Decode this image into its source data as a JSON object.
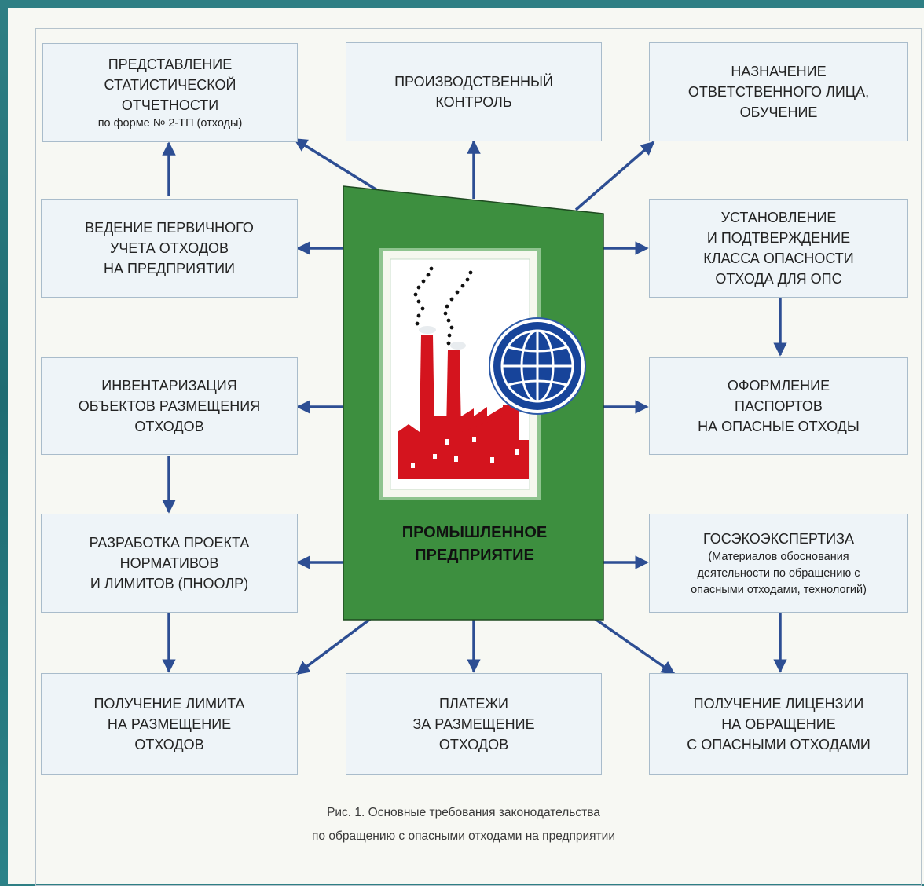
{
  "boxes": {
    "stat": [
      "ПРЕДСТАВЛЕНИЕ",
      "СТАТИСТИЧЕСКОЙ",
      "ОТЧЕТНОСТИ",
      "по форме № 2-ТП (отходы)"
    ],
    "prod": [
      "ПРОИЗВОДСТВЕННЫЙ",
      "КОНТРОЛЬ"
    ],
    "assign": [
      "НАЗНАЧЕНИЕ",
      "ОТВЕТСТВЕННОГО ЛИЦА,",
      "ОБУЧЕНИЕ"
    ],
    "primary": [
      "ВЕДЕНИЕ ПЕРВИЧНОГО",
      "УЧЕТА ОТХОДОВ",
      "НА ПРЕДПРИЯТИИ"
    ],
    "class": [
      "УСТАНОВЛЕНИЕ",
      "И ПОДТВЕРЖДЕНИЕ",
      "КЛАССА ОПАСНОСТИ",
      "ОТХОДА ДЛЯ ОПС"
    ],
    "inventory": [
      "ИНВЕНТАРИЗАЦИЯ",
      "ОБЪЕКТОВ РАЗМЕЩЕНИЯ",
      "ОТХОДОВ"
    ],
    "passport": [
      "ОФОРМЛЕНИЕ",
      "ПАСПОРТОВ",
      "НА ОПАСНЫЕ ОТХОДЫ"
    ],
    "project": [
      "РАЗРАБОТКА ПРОЕКТА",
      "НОРМАТИВОВ",
      "И ЛИМИТОВ (ПНООЛР)"
    ],
    "expertise": [
      "ГОСЭКОЭКСПЕРТИЗА",
      "(Материалов обоснования",
      "деятельности по обращению с",
      "опасными отходами, технологий)"
    ],
    "limit": [
      "ПОЛУЧЕНИЕ ЛИМИТА",
      "НА РАЗМЕЩЕНИЕ",
      "ОТХОДОВ"
    ],
    "payments": [
      "ПЛАТЕЖИ",
      "ЗА РАЗМЕЩЕНИЕ",
      "ОТХОДОВ"
    ],
    "license": [
      "ПОЛУЧЕНИЕ ЛИЦЕНЗИИ",
      "НА ОБРАЩЕНИЕ",
      "С ОПАСНЫМИ ОТХОДАМИ"
    ]
  },
  "center_label": [
    "ПРОМЫШЛЕННОЕ",
    "ПРЕДПРИЯТИЕ"
  ],
  "caption": [
    "Рис. 1. Основные требования законодательства",
    "по обращению с опасными отходами на предприятии"
  ],
  "colors": {
    "enterprise_green": "#3d8f3f",
    "factory_red": "#d4141e",
    "globe_blue": "#17449a",
    "arrow_blue": "#2d4e93",
    "box_fill": "#eef4f8"
  }
}
